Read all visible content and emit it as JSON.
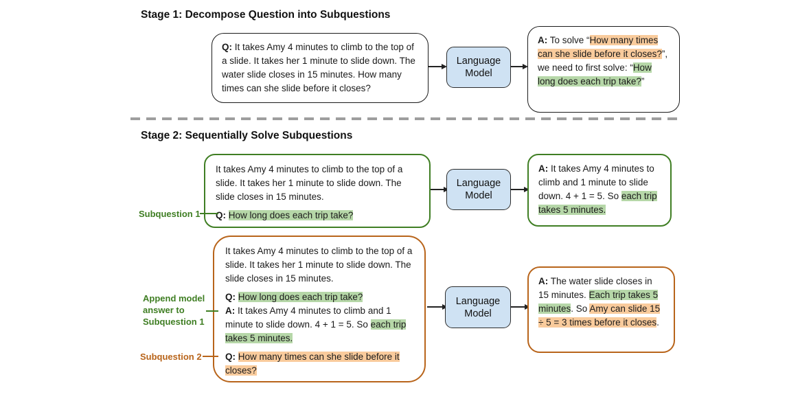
{
  "colors": {
    "accent_green": "#3f7e23",
    "accent_orange": "#b8641a",
    "highlight_green": "#b6d7a8",
    "highlight_orange": "#f9cb9c",
    "model_fill": "#cfe2f3",
    "divider": "#9e9e9e"
  },
  "stage1": {
    "title": "Stage 1: Decompose Question into Subquestions",
    "model_label": "Language Model",
    "prompt_segments": [
      {
        "t": "Q:",
        "b": true
      },
      {
        "t": " It takes Amy 4 minutes to climb to the top of a slide. It takes her 1 minute to slide down. The water slide closes in 15 minutes. How many times can she slide before it closes?"
      }
    ],
    "answer_segments": [
      {
        "t": "A:",
        "b": true
      },
      {
        "t": " To solve “"
      },
      {
        "t": "How many times can she slide before it closes?",
        "h": "orange"
      },
      {
        "t": "”, we need to first solve: “"
      },
      {
        "t": "How long does each trip take?",
        "h": "green"
      },
      {
        "t": "”"
      }
    ]
  },
  "stage2": {
    "title": "Stage 2: Sequentially Solve Subquestions",
    "row1": {
      "side_label": "Subquestion 1",
      "model_label": "Language Model",
      "context_segments": [
        {
          "t": "It takes Amy 4 minutes to climb to the top of a slide. It takes her 1 minute to slide down. The slide closes in 15 minutes."
        }
      ],
      "question_segments": [
        {
          "t": "Q:",
          "b": true
        },
        {
          "t": " "
        },
        {
          "t": "How long does each trip take?",
          "h": "green"
        }
      ],
      "answer_segments": [
        {
          "t": "A:",
          "b": true
        },
        {
          "t": " It takes Amy 4 minutes to climb and 1 minute to slide down. 4 + 1 = 5. So "
        },
        {
          "t": "each trip takes 5 minutes.",
          "h": "green"
        }
      ]
    },
    "row2": {
      "side_label_append": "Append model answer to Subquestion 1",
      "side_label_sub2": "Subquestion 2",
      "model_label": "Language Model",
      "context_segments": [
        {
          "t": "It takes Amy 4 minutes to climb to the top of a slide. It takes her 1 minute to slide down. The slide closes in 15 minutes."
        }
      ],
      "q1_segments": [
        {
          "t": "Q:",
          "b": true
        },
        {
          "t": " "
        },
        {
          "t": "How long does each trip take?",
          "h": "green"
        }
      ],
      "a1_segments": [
        {
          "t": "A:",
          "b": true
        },
        {
          "t": " It takes Amy 4 minutes to climb and 1 minute to slide down. 4 + 1 = 5. So "
        },
        {
          "t": "each trip takes 5 minutes.",
          "h": "green"
        }
      ],
      "q2_segments": [
        {
          "t": "Q:",
          "b": true
        },
        {
          "t": " "
        },
        {
          "t": "How many times can she slide before it closes?",
          "h": "orange"
        }
      ],
      "answer_segments": [
        {
          "t": "A:",
          "b": true
        },
        {
          "t": " The water slide closes in 15 minutes. "
        },
        {
          "t": "Each trip takes 5 minutes",
          "h": "green"
        },
        {
          "t": ". So "
        },
        {
          "t": "Amy can slide 15 ÷ 5 = 3 times before it closes",
          "h": "orange"
        },
        {
          "t": "."
        }
      ]
    }
  }
}
